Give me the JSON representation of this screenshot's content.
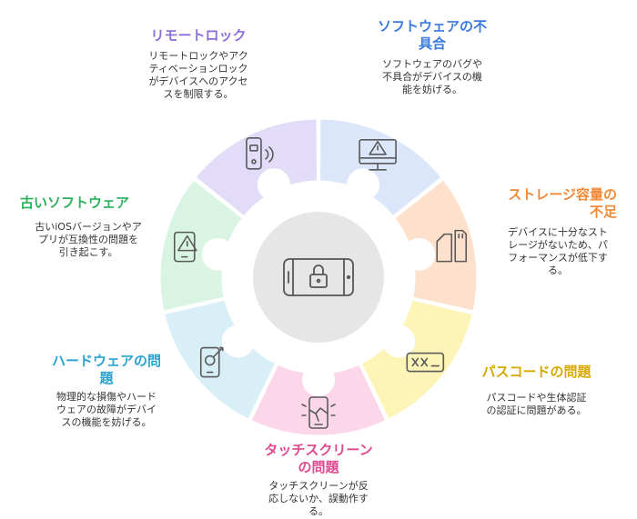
{
  "center": {
    "icon": "locked-phone-icon"
  },
  "segments": [
    {
      "id": "remote-lock",
      "title": "リモートロック",
      "desc": "リモートロックやアクティベーションロックがデバイスへのアクセスを制限する。",
      "color": "#e2dcf8",
      "title_color": "#8b6fd8",
      "icon": "phone-signal-icon"
    },
    {
      "id": "software-bug",
      "title": "ソフトウェアの不具合",
      "desc": "ソフトウェアのバグや不具合がデバイスの機能を妨げる。",
      "color": "#dbe6fb",
      "title_color": "#3b7be0",
      "icon": "monitor-warning-icon"
    },
    {
      "id": "storage",
      "title": "ストレージ容量の不足",
      "desc": "デバイスに十分なストレージがないため、パフォーマンスが低下する。",
      "color": "#fde1cc",
      "title_color": "#f08a37",
      "icon": "sd-card-icon"
    },
    {
      "id": "passcode",
      "title": "パスコードの問題",
      "desc": "パスコードや生体認証の認証に問題がある。",
      "color": "#fdf4b8",
      "title_color": "#d6a800",
      "icon": "passcode-icon"
    },
    {
      "id": "touchscreen",
      "title": "タッチスクリーンの問題",
      "desc": "タッチスクリーンが反応しないか、誤動作する。",
      "color": "#fcd7ea",
      "title_color": "#e0488f",
      "icon": "cracked-phone-icon"
    },
    {
      "id": "hardware",
      "title": "ハードウェアの問題",
      "desc": "物理的な損傷やハードウェアの故障がデバイスの機能を妨げる。",
      "color": "#d8eff8",
      "title_color": "#2aa3d0",
      "icon": "phone-repair-icon"
    },
    {
      "id": "old-software",
      "title": "古いソフトウェア",
      "desc": "古いiOSバージョンやアプリが互換性の問題を引き起こす。",
      "color": "#d9f4e2",
      "title_color": "#2fb05d",
      "icon": "phone-warning-icon"
    }
  ],
  "labels": {
    "remote_lock": {
      "title": "リモートロック",
      "desc_lines": [
        "リモートロックやアク",
        "ティベーションロック",
        "がデバイスへのアクセ",
        "スを制限する。"
      ]
    },
    "software_bug": {
      "title_lines": [
        "ソフトウェアの不",
        "具合"
      ],
      "desc_lines": [
        "ソフトウェアのバグや",
        "不具合がデバイスの機",
        "能を妨げる。"
      ]
    },
    "storage": {
      "title_lines": [
        "ストレージ容量の",
        "不足"
      ],
      "desc_lines": [
        "デバイスに十分なスト",
        "レージがないため、パ",
        "フォーマンスが低下す",
        "る。"
      ]
    },
    "passcode": {
      "title": "パスコードの問題",
      "desc_lines": [
        "パスコードや生体認証",
        "の認証に問題がある。"
      ]
    },
    "touchscreen": {
      "title_lines": [
        "タッチスクリーン",
        "の問題"
      ],
      "desc_lines": [
        "タッチスクリーンが反",
        "応しないか、誤動作す",
        "る。"
      ]
    },
    "hardware": {
      "title_lines": [
        "ハードウェアの問",
        "題"
      ],
      "desc_lines": [
        "物理的な損傷やハード",
        "ウェアの故障がデバイ",
        "スの機能を妨げる。"
      ]
    },
    "old_software": {
      "title": "古いソフトウェア",
      "desc_lines": [
        "古いiOSバージョンやア",
        "プリが互換性の問題を",
        "引き起こす。"
      ]
    }
  }
}
